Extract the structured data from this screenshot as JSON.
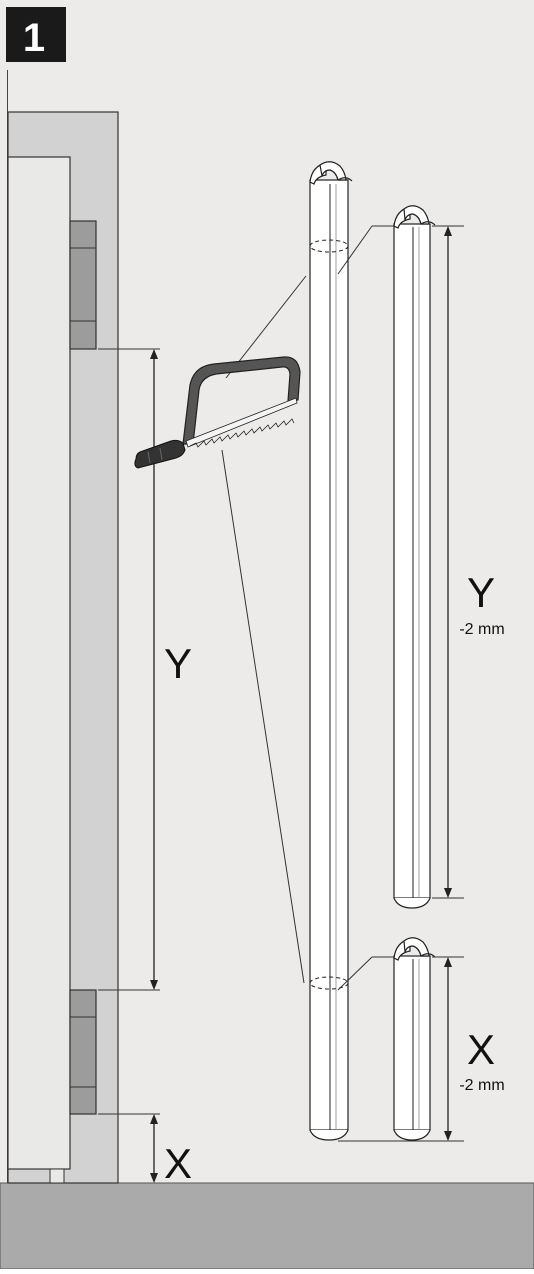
{
  "step": {
    "number": "1"
  },
  "labels": {
    "y_door": "Y",
    "x_door": "X",
    "y_cut": "Y",
    "y_cut_note": "-2 mm",
    "x_cut": "X",
    "x_cut_note": "-2 mm"
  },
  "colors": {
    "background": "#ecebea",
    "badge": "#1a1a1a",
    "frame": "#d2d2d2",
    "door_leaf": "#e9e9e8",
    "hinge": "#9c9c9c",
    "floor": "#aaaaaa",
    "profile": "#ffffff",
    "outline": "#222222",
    "saw_frame": "#555555",
    "saw_handle": "#333333"
  },
  "icons": [
    "hacksaw-icon"
  ]
}
